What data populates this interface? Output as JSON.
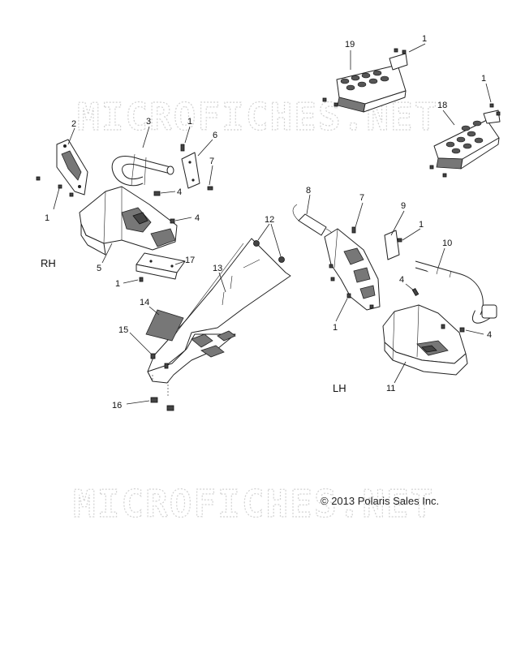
{
  "watermarks": [
    "MICROFICHES.NET",
    "MICROFICHES.NET"
  ],
  "side_labels": {
    "rh": "RH",
    "lh": "LH"
  },
  "copyright": "© 2013 Polaris Sales Inc.",
  "callouts": {
    "c19": "19",
    "c1_top": "1",
    "c1_18": "1",
    "c18": "18",
    "c2": "2",
    "c3": "3",
    "c1_bracket": "1",
    "c6": "6",
    "c7_rh": "7",
    "c4_a": "4",
    "c4_b": "4",
    "c1_rh_left": "1",
    "c5": "5",
    "c17": "17",
    "c1_rh_17": "1",
    "c12": "12",
    "c13": "13",
    "c14": "14",
    "c15": "15",
    "c16": "16",
    "c8": "8",
    "c7_lh": "7",
    "c9": "9",
    "c1_lh_9": "1",
    "c10": "10",
    "c4_lh": "4",
    "c1_lh": "1",
    "c4_lh_right": "4",
    "c11": "11"
  }
}
